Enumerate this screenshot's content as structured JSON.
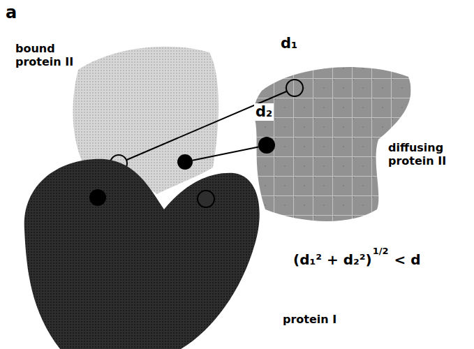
{
  "diagram": {
    "nodes": [
      {
        "text": [
          "bound protein II"
        ]
      },
      {
        "text": [
          "diffusing protein II"
        ]
      },
      {
        "text": [
          "protein I"
        ]
      }
    ],
    "edges": [
      {
        "from": 0,
        "to": 1,
        "arrow": "none",
        "label": "d₁"
      },
      {
        "from": 0,
        "to": 1,
        "arrow": "none",
        "label": "d₂"
      }
    ],
    "labels": [
      "a",
      "(d₁² + d₂²)",
      "1/2",
      "< d"
    ]
  }
}
